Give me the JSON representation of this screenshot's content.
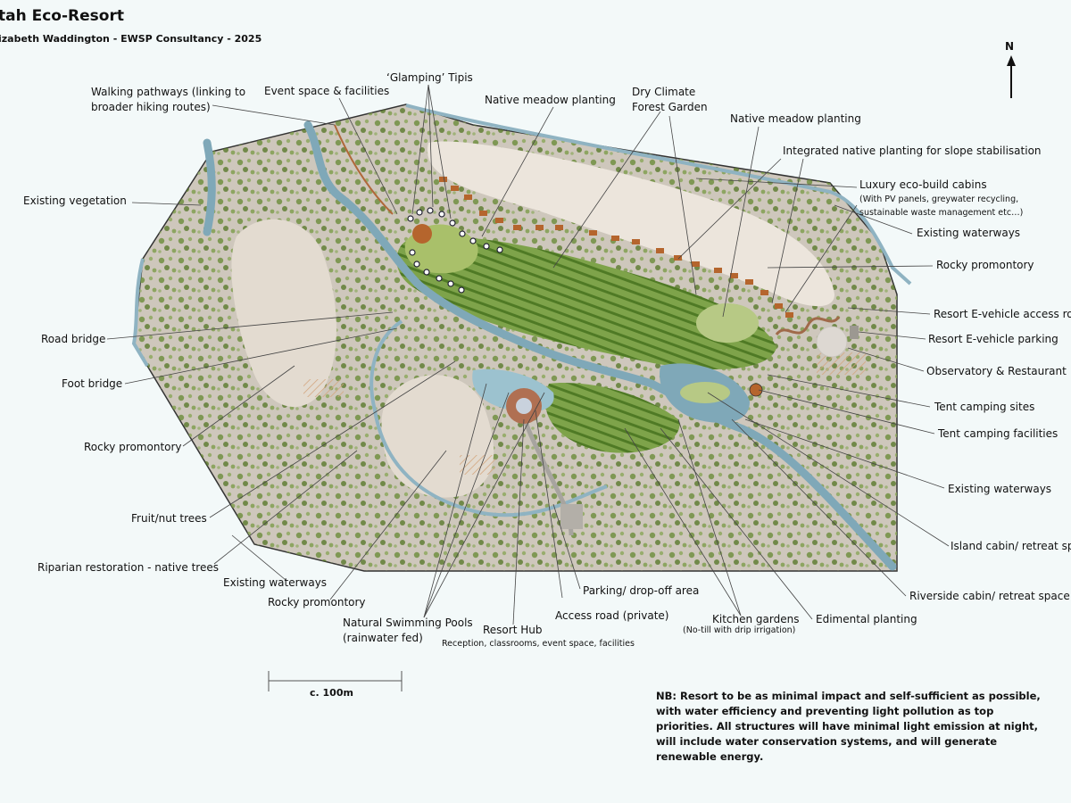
{
  "title": "tah Eco-Resort",
  "subtitle": "izabeth Waddington - EWSP Consultancy - 2025",
  "north": "N",
  "scale": "c. 100m",
  "note": "NB: Resort to be as minimal impact and self-sufficient as possible, with water efficiency and preventing light pollution as top priorities. All structures will have minimal light emission at night, will include water conservation systems, and will generate renewable energy.",
  "colors": {
    "background": "#f3f9f9",
    "ground": "#cfc8bd",
    "rock": "#e8e0d6",
    "water": "#7fa8b8",
    "vegetation": "#5d7f2e",
    "forest": "#6f9a3a",
    "meadow": "#a9c06a",
    "cabin": "#b5652d"
  },
  "labels": {
    "walking_pathways": "Walking pathways (linking to",
    "walking_pathways_2": "broader hiking routes)",
    "event_space": "Event space & facilities",
    "glamping": "‘Glamping’ Tipis",
    "meadow_1": "Native meadow planting",
    "forest_garden_1": "Dry Climate",
    "forest_garden_2": "Forest Garden",
    "meadow_2": "Native meadow planting",
    "slope_planting": "Integrated native planting for slope stabilisation",
    "cabins": "Luxury eco-build cabins",
    "cabins_sub_1": "(With PV panels, greywater recycling,",
    "cabins_sub_2": "sustainable waste management etc…)",
    "existing_waterways_1": "Existing waterways",
    "rocky_promontory_1": "Rocky promontory",
    "ev_access": "Resort E-vehicle access roa",
    "ev_parking": "Resort E-vehicle parking",
    "observatory": "Observatory & Restaurant",
    "tent_sites": "Tent camping sites",
    "tent_facilities": "Tent camping facilities",
    "existing_waterways_2": "Existing waterways",
    "island_cabin": "Island cabin/ retreat sp",
    "riverside_cabin": "Riverside cabin/ retreat space",
    "edimental": "Edimental planting",
    "kitchen_gardens": "Kitchen gardens",
    "kitchen_gardens_sub": "(No-till with drip irrigation)",
    "parking": "Parking/ drop-off area",
    "access_road": "Access road (private)",
    "resort_hub": "Resort Hub",
    "resort_hub_sub": "Reception, classrooms, event space, facilities",
    "pools_1": "Natural Swimming Pools",
    "pools_2": "(rainwater fed)",
    "rocky_promontory_3": "Rocky promontory",
    "existing_waterways_3": "Existing waterways",
    "riparian": "Riparian restoration - native trees",
    "fruit_nut": "Fruit/nut trees",
    "rocky_promontory_2": "Rocky promontory",
    "foot_bridge": "Foot bridge",
    "road_bridge": "Road bridge",
    "existing_vegetation": "Existing vegetation"
  }
}
